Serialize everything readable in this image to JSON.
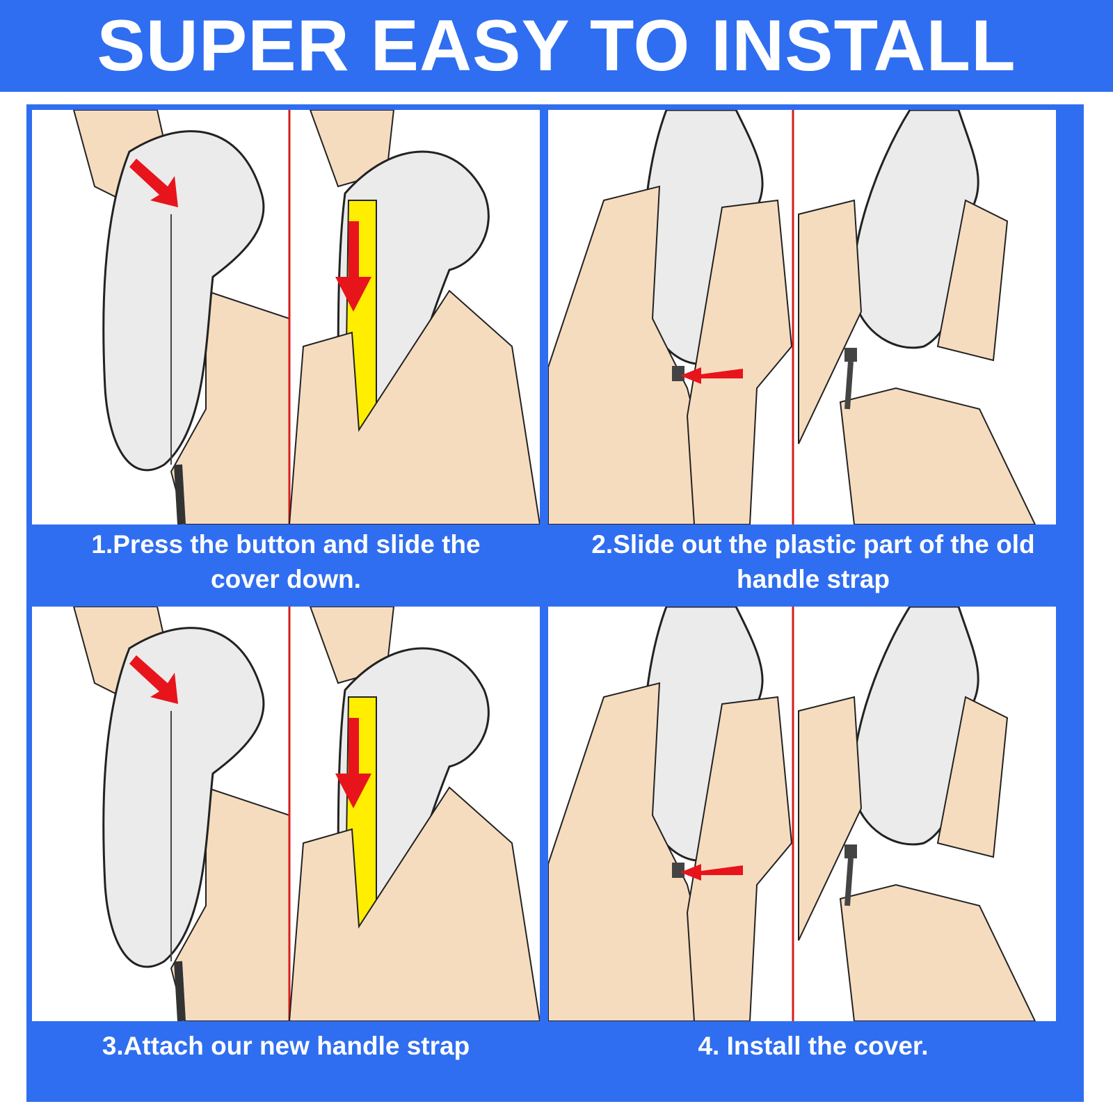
{
  "headline": "SUPER EASY TO INSTALL",
  "colors": {
    "brand_blue": "#2f6ef0",
    "skin": "#f6dcbf",
    "device_gray": "#ebebeb",
    "highlight_yellow": "#ffee00",
    "arrow_red": "#e8141c",
    "divider_red": "#d81c1c"
  },
  "steps": [
    {
      "caption": "1.Press the button and slide the cover down.",
      "icon": "red-arrow-down-icon"
    },
    {
      "caption": "2.Slide out the plastic part of the old handle strap",
      "icon": "red-arrow-left-icon"
    },
    {
      "caption": "3.Attach our new handle strap",
      "icon": "red-arrow-down-icon"
    },
    {
      "caption": "4. Install the cover.",
      "icon": "red-arrow-left-icon"
    }
  ]
}
